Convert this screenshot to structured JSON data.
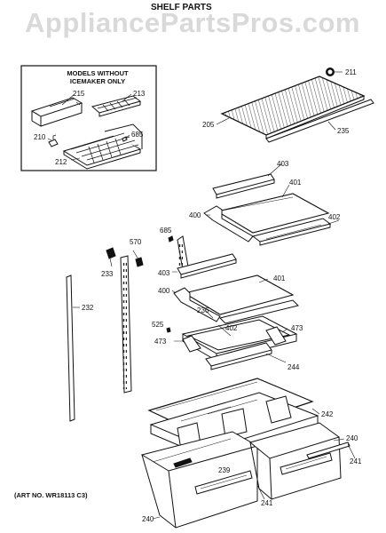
{
  "watermark": "AppliancePartsPros.com",
  "title": "SHELF PARTS",
  "inset": {
    "title_line1": "MODELS WITHOUT",
    "title_line2": "ICEMAKER ONLY"
  },
  "art_number": "(ART NO. WR18113 C3)",
  "labels": {
    "p211": "211",
    "p205": "205",
    "p235": "235",
    "p215": "215",
    "p213": "213",
    "p210": "210",
    "p685a": "685",
    "p212": "212",
    "p403a": "403",
    "p401a": "401",
    "p400a": "400",
    "p402a": "402",
    "p685b": "685",
    "p570": "570",
    "p233": "233",
    "p403b": "403",
    "p401b": "401",
    "p400b": "400",
    "p232": "232",
    "p236": "236",
    "p525": "525",
    "p402b": "402",
    "p473a": "473",
    "p473b": "473",
    "p244": "244",
    "p242": "242",
    "p240a": "240",
    "p239": "239",
    "p241a": "241",
    "p241b": "241",
    "p240b": "240"
  }
}
